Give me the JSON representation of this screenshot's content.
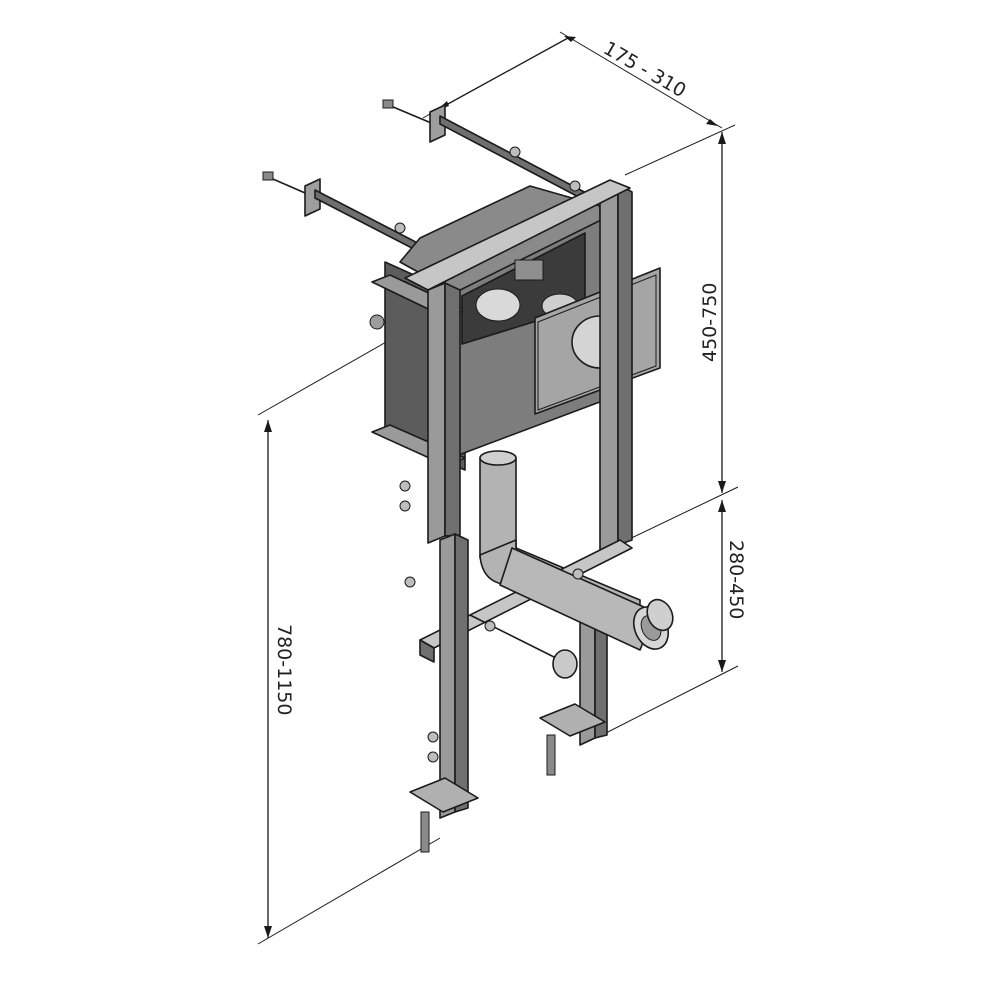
{
  "dimensions": {
    "depth": "175 - 310",
    "cistern_height": "450-750",
    "outlet_height": "280-450",
    "total_height": "780-1150"
  },
  "colors": {
    "frame_front": "#9a9a9a",
    "frame_side": "#6f6f6f",
    "frame_light": "#c6c6c6",
    "cistern": "#7d7d7d",
    "cistern_dark": "#5a5a5a",
    "plate": "#a5a5a5",
    "pipe": "#b3b3b3",
    "outline": "#1b1b1b"
  }
}
